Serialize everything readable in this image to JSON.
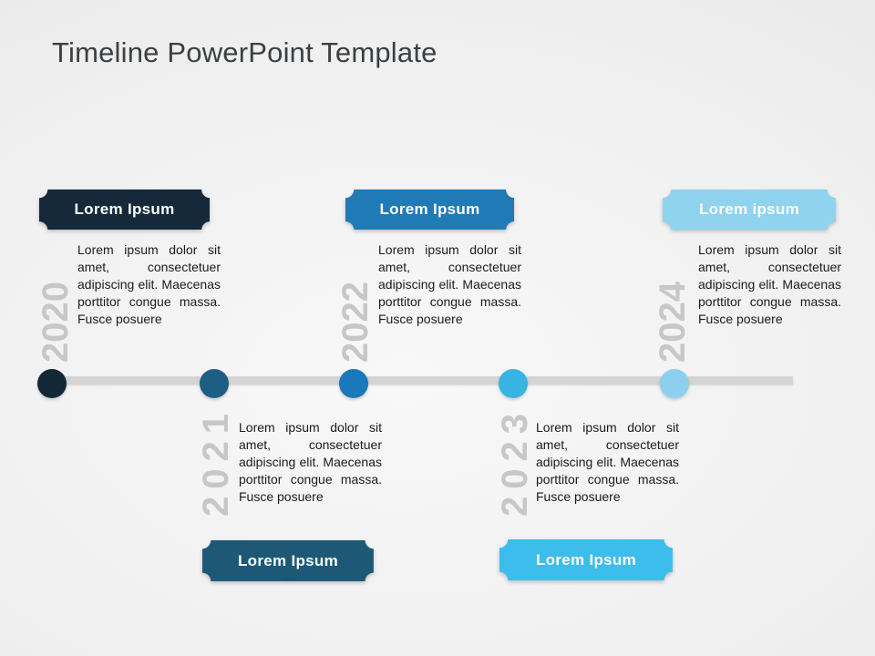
{
  "slide": {
    "title": "Timeline PowerPoint Template"
  },
  "timeline": {
    "line_color": "#D4D4D4",
    "year_text_color": "#C6C7C8",
    "label_text_color": "#FFFFFF",
    "milestones": [
      {
        "year": "2020",
        "side": "top",
        "label": "Lorem Ipsum",
        "description": "Lorem ipsum dolor sit amet, consectetuer adipiscing elit. Maecenas porttitor congue massa. Fusce posuere",
        "box_color": "#15293A",
        "dot_color": "#132837"
      },
      {
        "year": "2021",
        "side": "bottom",
        "label": "Lorem Ipsum",
        "description": "Lorem ipsum dolor sit amet, consectetuer adipiscing elit. Maecenas porttitor congue massa. Fusce posuere",
        "box_color": "#1D5977",
        "dot_color": "#1E5E85"
      },
      {
        "year": "2022",
        "side": "top",
        "label": "Lorem Ipsum",
        "description": "Lorem ipsum dolor sit amet, consectetuer adipiscing elit. Maecenas porttitor congue massa. Fusce posuere",
        "box_color": "#1F7AB5",
        "dot_color": "#1979BB"
      },
      {
        "year": "2023",
        "side": "bottom",
        "label": "Lorem Ipsum",
        "description": "Lorem ipsum dolor sit amet, consectetuer adipiscing elit. Maecenas porttitor congue massa. Fusce posuere",
        "box_color": "#3DBDEB",
        "dot_color": "#38B4E2"
      },
      {
        "year": "2024",
        "side": "top",
        "label": "Lorem ipsum",
        "description": "Lorem ipsum dolor sit amet, consectetuer adipiscing elit. Maecenas porttitor congue massa. Fusce posuere",
        "box_color": "#8FD3EF",
        "dot_color": "#8CD0ED"
      }
    ]
  }
}
